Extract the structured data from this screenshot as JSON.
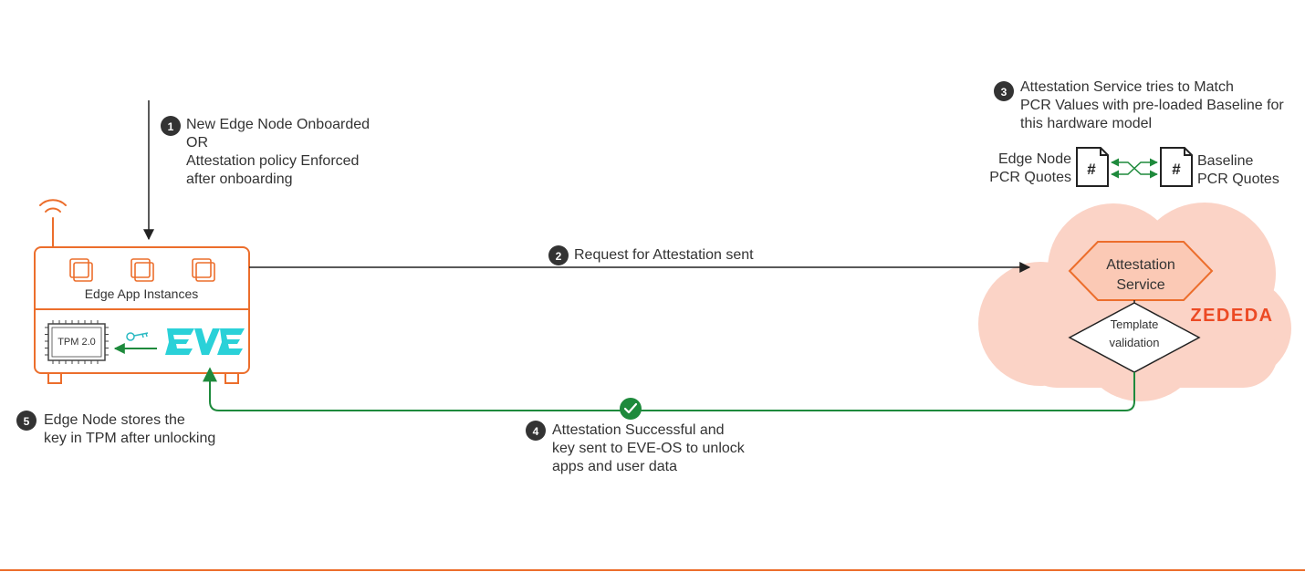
{
  "colors": {
    "accent_orange": "#ec6e2c",
    "success_green": "#1e8a3c",
    "cloud_fill": "#fbd3c6",
    "eve_cyan": "#2ad1d8",
    "text_dark": "#333333",
    "badge_dark": "#333333"
  },
  "steps": {
    "step1": {
      "badge": "1",
      "lines": [
        "New Edge Node Onboarded",
        "OR",
        "Attestation policy Enforced",
        "after onboarding"
      ]
    },
    "step2": {
      "badge": "2",
      "text": "Request for Attestation sent"
    },
    "step3": {
      "badge": "3",
      "lines": [
        "Attestation Service tries to Match",
        "PCR Values with pre-loaded Baseline for",
        "this hardware model"
      ]
    },
    "step4": {
      "badge": "4",
      "lines": [
        "Attestation Successful and",
        "key sent to EVE-OS to unlock",
        "apps and user data"
      ]
    },
    "step5": {
      "badge": "5",
      "lines": [
        "Edge Node stores the",
        "key in TPM after unlocking"
      ]
    }
  },
  "edge_node": {
    "app_instances_label": "Edge App Instances",
    "tpm_label": "TPM 2.0",
    "icons": [
      "wifi-icon",
      "app-instance-icon",
      "key-icon",
      "eve-logo"
    ]
  },
  "quotes": {
    "edge_lines": [
      "Edge Node",
      "PCR Quotes"
    ],
    "baseline_lines": [
      "Baseline",
      "PCR Quotes"
    ],
    "doc_symbol": "#"
  },
  "cloud": {
    "service_lines": [
      "Attestation",
      "Service"
    ],
    "template_lines": [
      "Template",
      "validation"
    ],
    "brand": "ZEDEDA"
  }
}
